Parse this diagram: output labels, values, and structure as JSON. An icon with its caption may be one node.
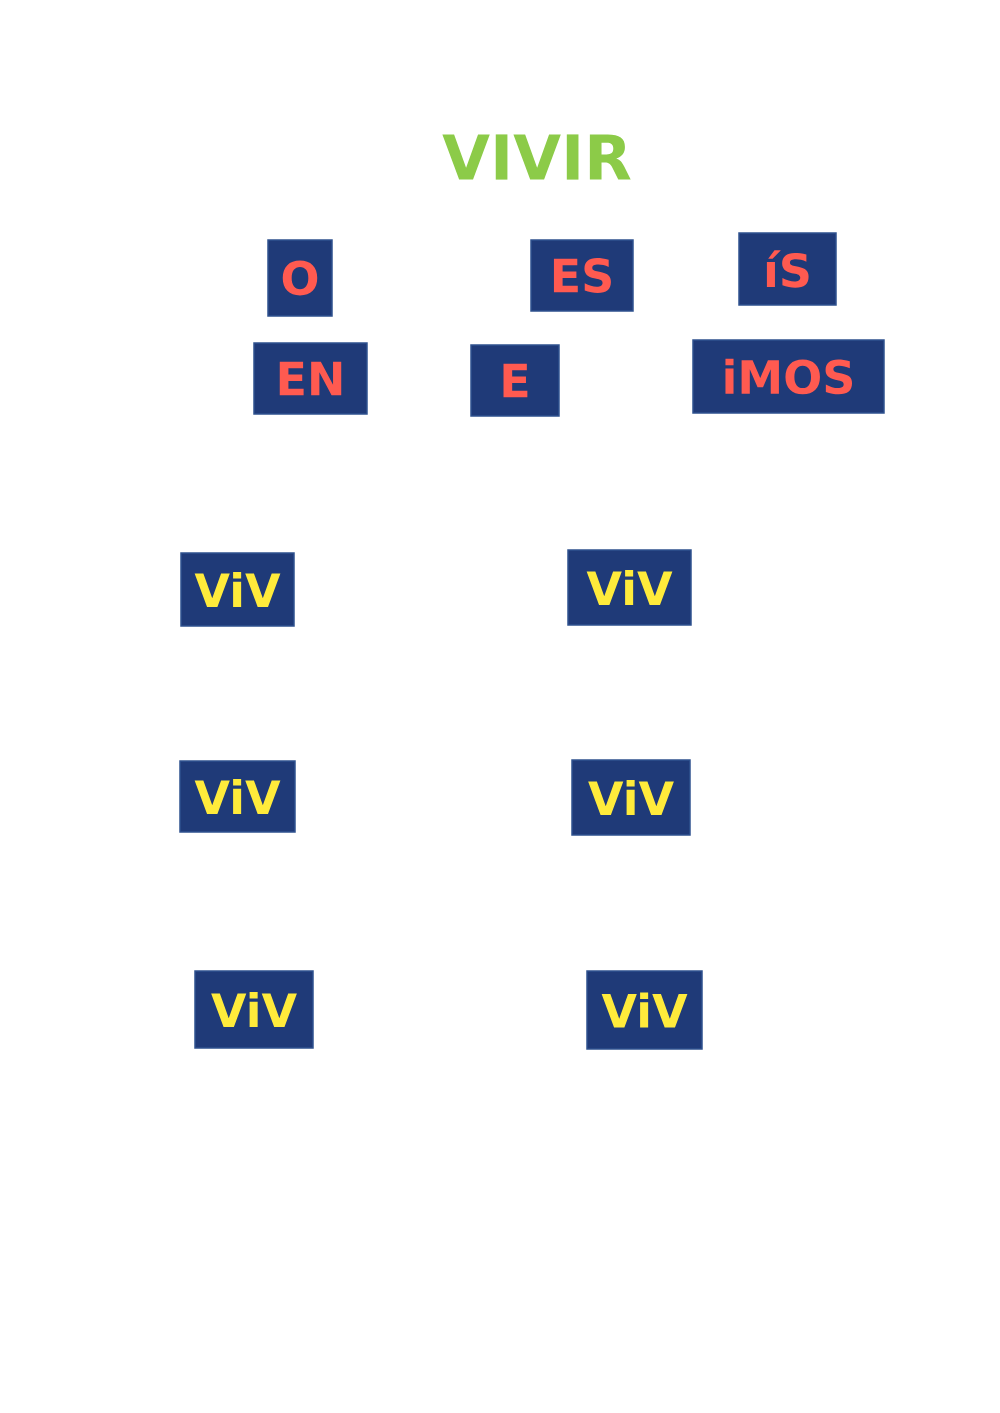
{
  "diagram": {
    "title": "VIVIR",
    "nodes": [
      {
        "text": [
          "O"
        ]
      },
      {
        "text": [
          "ES"
        ]
      },
      {
        "text": [
          "íS"
        ]
      },
      {
        "text": [
          "EN"
        ]
      },
      {
        "text": [
          "E"
        ]
      },
      {
        "text": [
          "iMOS"
        ]
      },
      {
        "text": [
          "ViV"
        ]
      },
      {
        "text": [
          "ViV"
        ]
      },
      {
        "text": [
          "ViV"
        ]
      },
      {
        "text": [
          "ViV"
        ]
      },
      {
        "text": [
          "ViV"
        ]
      },
      {
        "text": [
          "ViV"
        ]
      }
    ]
  }
}
